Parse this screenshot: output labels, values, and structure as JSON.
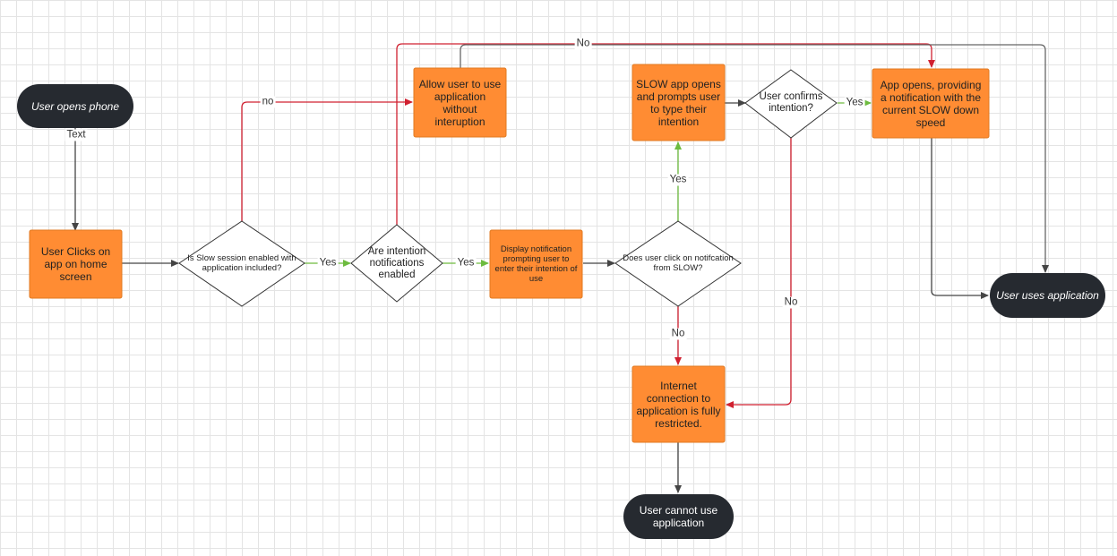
{
  "nodes": {
    "start": "User opens phone",
    "click_app": "User Clicks on app on home screen",
    "slow_session": "Is Slow session enabled with application included?",
    "intention_enabled": "Are intention notifications enabled",
    "allow_use": "Allow user to use application without interuption",
    "display_notification": "Display notification prompting user to enter their intention of use",
    "clicks_notification": "Does user click on notifcation from SLOW?",
    "slow_prompts": "SLOW app opens and prompts user to type their intention",
    "confirms_intention": "User confirms intention?",
    "app_opens": "App opens, providing a notification with the current SLOW down speed",
    "uses_app": "User uses application",
    "restricted": "Internet connection to application is fully restricted.",
    "cannot_use": "User cannot use application"
  },
  "edge_labels": {
    "text": "Text",
    "no_allow": "no",
    "no_top": "No",
    "yes_slow": "Yes",
    "yes_intention": "Yes",
    "yes_click": "Yes",
    "no_click": "No",
    "yes_confirm": "Yes",
    "no_confirm": "No"
  },
  "colors": {
    "process_fill": "#ff8c33",
    "process_stroke": "#e07a20",
    "terminal_fill": "#262a30",
    "decision_fill": "#ffffff",
    "decision_stroke": "#333333",
    "edge_default": "#444444",
    "edge_yes": "#6dbb3f",
    "edge_no": "#d02030"
  }
}
